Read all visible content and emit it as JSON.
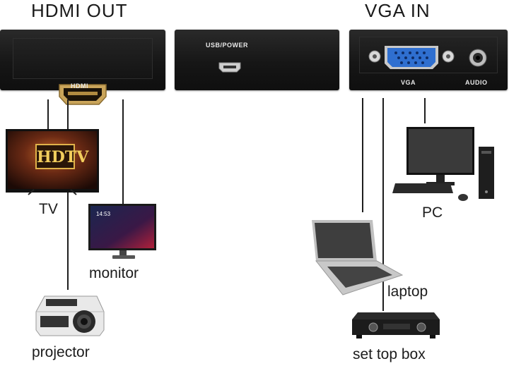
{
  "headings": {
    "left": "HDMI OUT",
    "right": "VGA IN"
  },
  "ports": {
    "hdmi": "HDMI",
    "usb_power": "USB/POWER",
    "vga": "VGA",
    "audio": "AUDIO"
  },
  "devices": {
    "tv": "TV",
    "tv_screen_text": "HDTV",
    "monitor": "monitor",
    "monitor_clock": "14:53",
    "projector": "projector",
    "pc": "PC",
    "laptop": "laptop",
    "set_top_box": "set top box"
  },
  "colors": {
    "panel": "#161616",
    "vga_port": "#2f6fd0",
    "hdmi_gold": "#c9a45a",
    "wire": "#1e1e1e"
  }
}
